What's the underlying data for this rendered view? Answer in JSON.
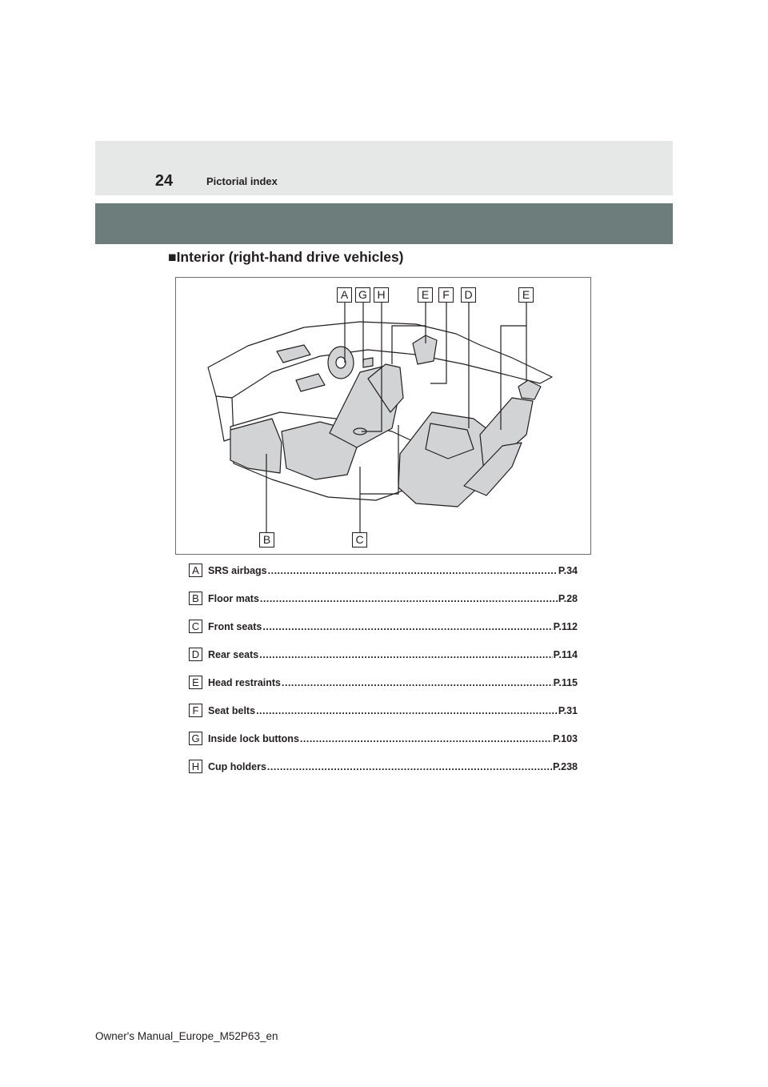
{
  "header": {
    "page_number": "24",
    "section_title": "Pictorial index"
  },
  "sub_heading": "■Interior (right-hand drive vehicles)",
  "figure": {
    "labels_top": [
      "A",
      "G",
      "H",
      "E",
      "F",
      "D",
      "E"
    ],
    "labels_bottom": [
      "B",
      "C"
    ]
  },
  "legend": [
    {
      "letter": "A",
      "name": "SRS airbags",
      "page": "P.34"
    },
    {
      "letter": "B",
      "name": "Floor mats",
      "page": "P.28"
    },
    {
      "letter": "C",
      "name": "Front seats",
      "page": "P.112"
    },
    {
      "letter": "D",
      "name": "Rear seats",
      "page": "P.114"
    },
    {
      "letter": "E",
      "name": "Head restraints",
      "page": "P.115"
    },
    {
      "letter": "F",
      "name": "Seat belts",
      "page": "P.31"
    },
    {
      "letter": "G",
      "name": "Inside lock buttons",
      "page": "P.103"
    },
    {
      "letter": "H",
      "name": "Cup holders",
      "page": "P.238"
    }
  ],
  "footer": "Owner's Manual_Europe_M52P63_en",
  "colors": {
    "header_band": "#e6e8e7",
    "dark_band": "#6d7d7b",
    "illustration_fill": "#d1d3d4"
  }
}
